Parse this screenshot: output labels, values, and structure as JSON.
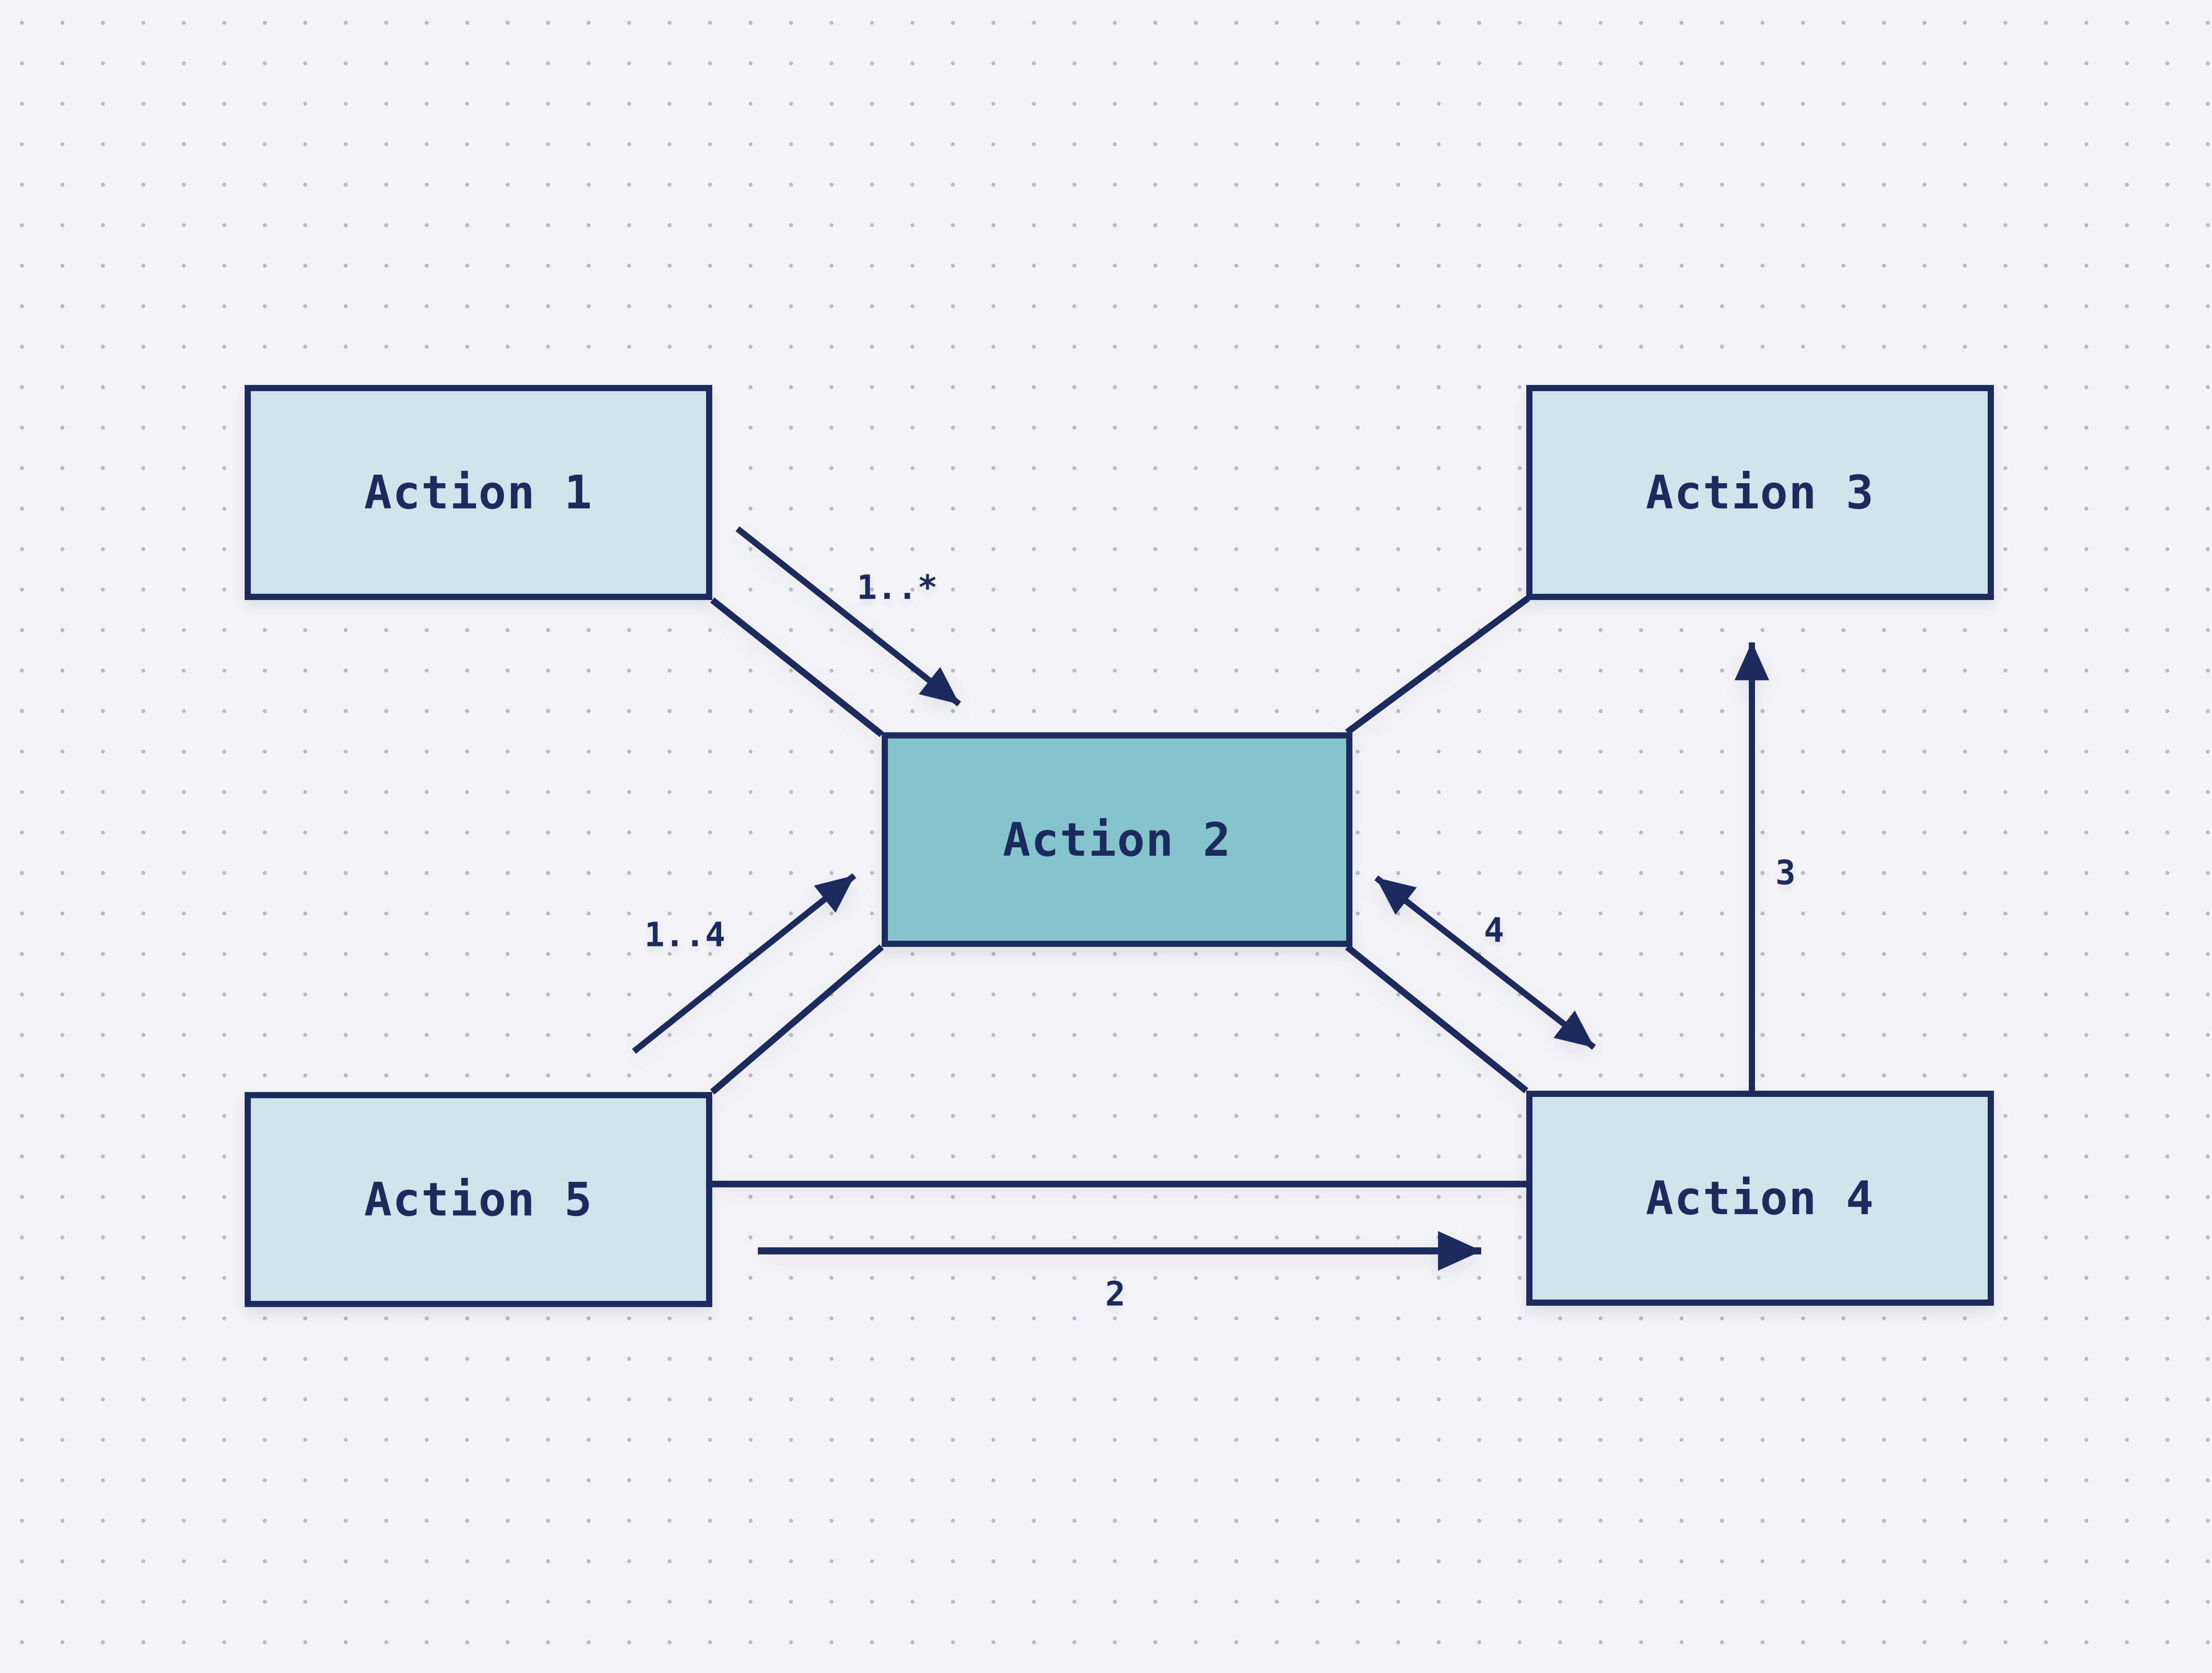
{
  "diagram": {
    "colors": {
      "background": "#f4f4f6",
      "grid_dots": "#b7bcc2",
      "ink": "#1b2b5e",
      "node_fill": "#cfe4ea",
      "highlighted_node_fill": "#84c5cc"
    },
    "nodes": [
      {
        "id": "action-1",
        "label": "Action 1",
        "highlighted": false
      },
      {
        "id": "action-2",
        "label": "Action 2",
        "highlighted": true
      },
      {
        "id": "action-3",
        "label": "Action 3",
        "highlighted": false
      },
      {
        "id": "action-4",
        "label": "Action 4",
        "highlighted": false
      },
      {
        "id": "action-5",
        "label": "Action 5",
        "highlighted": false
      }
    ],
    "edges": [
      {
        "from": "Action 1",
        "to": "Action 2",
        "label": "1..*",
        "type": "arrow"
      },
      {
        "from": "Action 5",
        "to": "Action 2",
        "label": "1..4",
        "type": "arrow"
      },
      {
        "from": "Action 2",
        "to": "Action 4",
        "label": "4",
        "type": "double-arrow"
      },
      {
        "from": "Action 4",
        "to": "Action 3",
        "label": "3",
        "type": "arrow"
      },
      {
        "from": "Action 5",
        "to": "Action 4",
        "label": "2",
        "type": "arrow"
      }
    ]
  }
}
